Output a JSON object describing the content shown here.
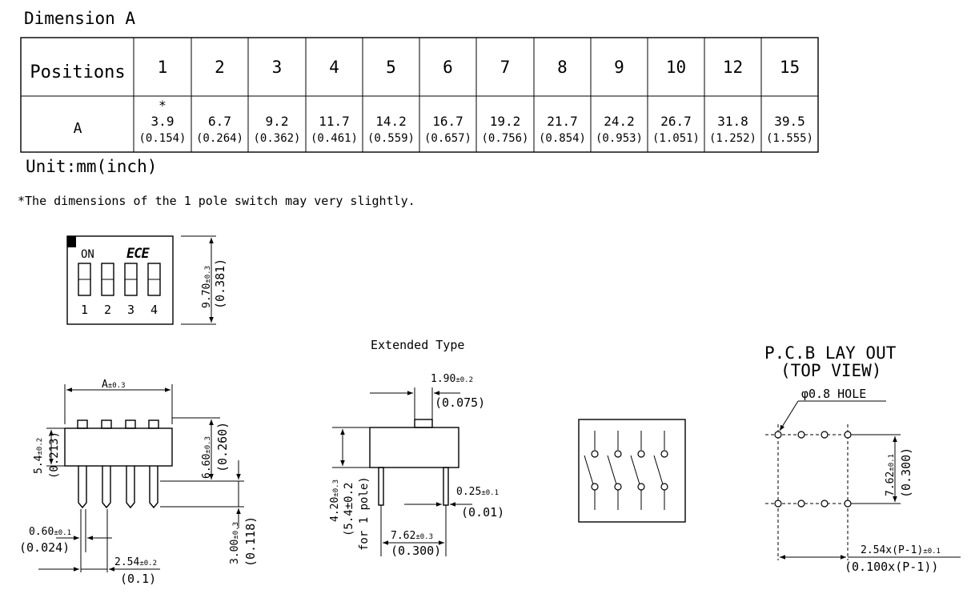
{
  "table": {
    "caption": "Dimension A",
    "header_label": "Positions",
    "row_label": "A",
    "positions": [
      "1",
      "2",
      "3",
      "4",
      "5",
      "6",
      "7",
      "8",
      "9",
      "10",
      "12",
      "15"
    ],
    "mm": [
      "3.9",
      "6.7",
      "9.2",
      "11.7",
      "14.2",
      "16.7",
      "19.2",
      "21.7",
      "24.2",
      "26.7",
      "31.8",
      "39.5"
    ],
    "inch": [
      "(0.154)",
      "(0.264)",
      "(0.362)",
      "(0.461)",
      "(0.559)",
      "(0.657)",
      "(0.756)",
      "(0.854)",
      "(0.953)",
      "(1.051)",
      "(1.252)",
      "(1.555)"
    ],
    "first_marker": "*",
    "unit": "Unit:mm(inch)"
  },
  "note": "*The dimensions of the 1 pole switch may very slightly.",
  "top_view": {
    "on_label": "ON",
    "logo_text": "ECE",
    "numbers": [
      "1",
      "2",
      "3",
      "4"
    ],
    "height_mm": "9.70",
    "height_tol": "±0.3",
    "height_inch": "(0.381)"
  },
  "side_view": {
    "width_label": "A",
    "width_tol": "±0.3",
    "body_h_mm": "5.4",
    "body_h_tol": "±0.2",
    "body_h_inch": "(0.213)",
    "total_h_mm": "6.60",
    "total_h_tol": "±0.3",
    "total_h_inch": "(0.260)",
    "pin_len_mm": "3.00",
    "pin_len_tol": "±0.3",
    "pin_len_inch": "(0.118)",
    "pin_w_mm": "0.60",
    "pin_w_tol": "±0.1",
    "pin_w_inch": "(0.024)",
    "pitch_mm": "2.54",
    "pitch_tol": "±0.2",
    "pitch_inch": "(0.1)"
  },
  "extended": {
    "title": "Extended Type",
    "act_w_mm": "1.90",
    "act_w_tol": "±0.2",
    "act_w_inch": "(0.075)",
    "height_mm": "4.20",
    "height_tol": "±0.3",
    "height_alt": "(5.4±0.2",
    "height_alt2": "for 1 pole)",
    "pin_t_mm": "0.25",
    "pin_t_tol": "±0.1",
    "pin_t_inch": "(0.01)",
    "row_mm": "7.62",
    "row_tol": "±0.3",
    "row_inch": "(0.300)"
  },
  "pcb": {
    "title": "P.C.B LAY OUT",
    "subtitle": "(TOP VIEW)",
    "hole_label": "φ0.8 HOLE",
    "row_mm": "7.62",
    "row_tol": "±0.1",
    "row_inch": "(0.300)",
    "pitch_label": "2.54x(P-1)",
    "pitch_tol": "±0.1",
    "pitch_inch": "(0.100x(P-1))"
  }
}
